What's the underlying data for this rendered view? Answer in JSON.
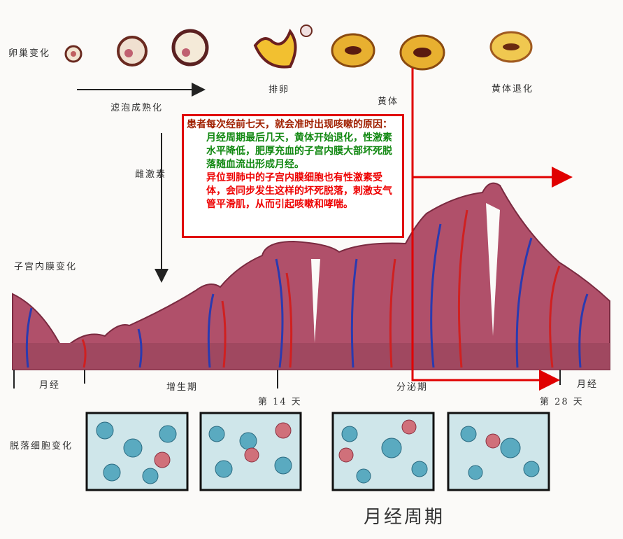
{
  "labels": {
    "ovary_changes": "卵巢变化",
    "follicle_maturation": "滤泡成熟化",
    "ovulation": "排卵",
    "corpus_luteum": "黄体",
    "corpus_luteum_regression": "黄体退化",
    "estrogen": "雌激素",
    "endometrium_changes": "子宫内膜变化",
    "menstruation_start": "月经",
    "proliferative_phase": "增生期",
    "day14": "第 14 天",
    "secretory_phase": "分泌期",
    "day28": "第 28 天",
    "menstruation_end": "月经",
    "exfoliated_cell_changes": "脱落细胞变化",
    "title": "月经周期"
  },
  "note": {
    "heading": "患者每次经前七天，就会准时出现咳嗽的原因：",
    "paragraph1": "月经周期最后几天，黄体开始退化，性激素水平降低，肥厚充血的子宫内膜大部坏死脱落随血流出形成月经。",
    "paragraph2": "异位到肺中的子宫内膜细胞也有性激素受体，会同步发生这样的坏死脱落，刺激支气管平滑肌，从而引起咳嗽和哮喘。"
  },
  "colors": {
    "annotation": "#e00000",
    "tissue": "#b0506a"
  }
}
